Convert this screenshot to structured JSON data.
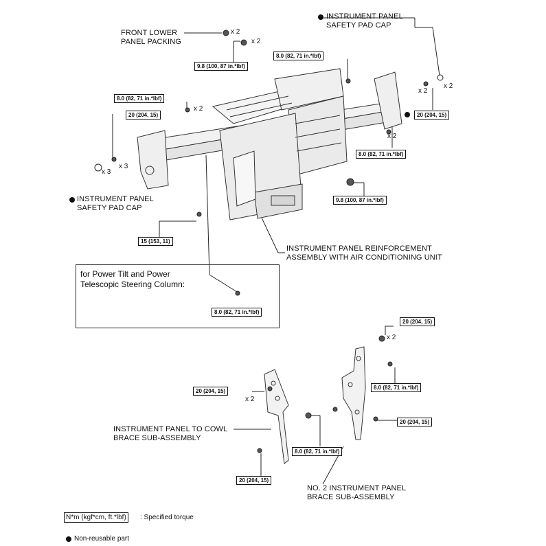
{
  "callouts": {
    "front_lower_panel_packing": [
      "FRONT LOWER",
      "PANEL PACKING"
    ],
    "instrument_panel_safety_pad_cap_top": [
      "INSTRUMENT PANEL",
      "SAFETY PAD CAP"
    ],
    "instrument_panel_safety_pad_cap_left": [
      "INSTRUMENT PANEL",
      "SAFETY PAD CAP"
    ],
    "reinforcement_assembly": [
      "INSTRUMENT PANEL REINFORCEMENT",
      "ASSEMBLY WITH AIR CONDITIONING UNIT"
    ],
    "cowl_brace": [
      "INSTRUMENT PANEL TO COWL",
      "BRACE SUB-ASSEMBLY"
    ],
    "no2_brace": [
      "NO. 2 INSTRUMENT PANEL",
      "BRACE SUB-ASSEMBLY"
    ]
  },
  "torques": {
    "t_9_8_top": "9.8 (100, 87 in.*lbf)",
    "t_8_0_top_center": "8.0 (82, 71 in.*lbf)",
    "t_8_0_left": "8.0 (82, 71 in.*lbf)",
    "t_20_left": "20 (204, 15)",
    "t_20_right": "20 (204, 15)",
    "t_8_0_right": "8.0 (82, 71 in.*lbf)",
    "t_9_8_right": "9.8 (100, 87 in.*lbf)",
    "t_15": "15 (153, 11)",
    "t_8_0_steering": "8.0 (82, 71 in.*lbf)",
    "t_20_lower_right_top": "20 (204, 15)",
    "t_8_0_lower_right": "8.0 (82, 71 in.*lbf)",
    "t_20_lower_left": "20 (204, 15)",
    "t_20_lower_right_mid": "20 (204, 15)",
    "t_8_0_lower_center": "8.0 (82, 71 in.*lbf)",
    "t_20_lower_bottom": "20 (204, 15)"
  },
  "quantities": {
    "q_packing": "x 2",
    "q_98_top": "x 2",
    "q_pad_cap_top": "x 2",
    "q_right_bolt": "x 2",
    "q_8_left": "x 2",
    "q_right_8": "x 2",
    "q_20_left": "x 3",
    "q_pad_cap_left": "x 3",
    "q_lower_right_top": "x 2",
    "q_lower_left": "x 2"
  },
  "note": {
    "lines": [
      "for Power Tilt and Power",
      "Telescopic Steering Column:"
    ]
  },
  "legend": {
    "torque_box": "N*m (kgf*cm, ft.*lbf)",
    "torque_text": ": Specified torque",
    "non_reusable": "Non-reusable part"
  }
}
